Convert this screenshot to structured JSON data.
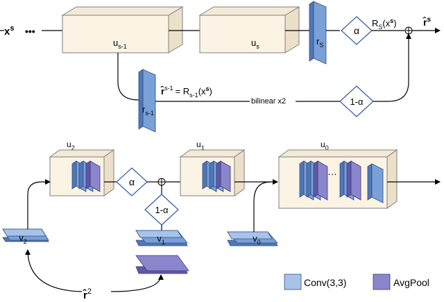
{
  "labels": {
    "input": "x",
    "input_sup": "s",
    "dots": "•••",
    "u_prev": "u",
    "u_prev_sub": "s-1",
    "u_cur": "u",
    "u_cur_sub": "s",
    "r_cur": "r",
    "r_cur_sub": "S",
    "alpha_top": "α",
    "rs_expr": "R",
    "rs_expr_sub": "S",
    "rs_expr_arg": "(x",
    "rs_expr_arg_sup": "s",
    "rs_expr_close": ")",
    "output": "r̂",
    "output_sup": "s",
    "r_prev": "r",
    "r_prev_sub": "s-1",
    "rhat_prev": "r̂",
    "rhat_prev_sup": "s-1",
    "rhat_prev_eq": "= R",
    "rhat_prev_eq_sub": "s-1",
    "rhat_prev_arg": "(x",
    "rhat_prev_arg_sup": "s",
    "rhat_prev_close": ")",
    "bilinear": "bilinear x2",
    "one_minus_alpha_top": "1-α",
    "u2": "u",
    "u2_sub": "2",
    "u1": "u",
    "u1_sub": "1",
    "u0": "u",
    "u0_sub": "0",
    "alpha_bottom": "α",
    "one_minus_alpha_bottom": "1-α",
    "v2": "v",
    "v2_sub": "2",
    "v1": "v",
    "v1_sub": "1",
    "v0": "v",
    "v0_sub": "0",
    "rhat2": "r̂",
    "rhat2_sup": "2",
    "u0_dots": "…"
  },
  "legend": {
    "conv": "Conv(3,3)",
    "avgpool": "AvgPool"
  },
  "colors": {
    "box": "#fbf3e3",
    "conv": "#7aa0d8",
    "avgpool": "#8b86cc",
    "diamond_stroke": "#2b5aa0"
  }
}
